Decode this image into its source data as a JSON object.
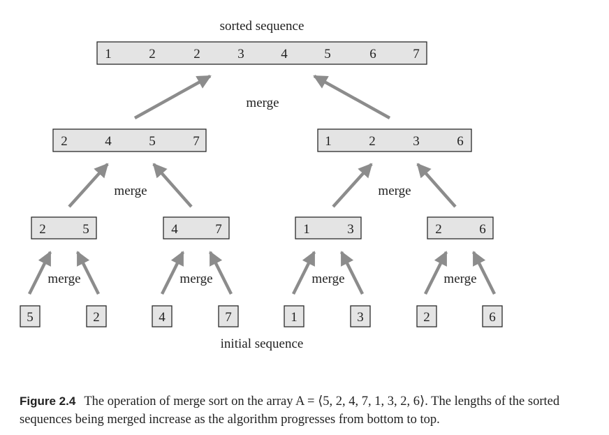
{
  "labels": {
    "top": "sorted sequence",
    "bottom": "initial sequence",
    "merge": "merge"
  },
  "levels": {
    "final": [
      "1",
      "2",
      "2",
      "3",
      "4",
      "5",
      "6",
      "7"
    ],
    "quads": [
      [
        "2",
        "4",
        "5",
        "7"
      ],
      [
        "1",
        "2",
        "3",
        "6"
      ]
    ],
    "pairs": [
      [
        "2",
        "5"
      ],
      [
        "4",
        "7"
      ],
      [
        "1",
        "3"
      ],
      [
        "2",
        "6"
      ]
    ],
    "singles": [
      "5",
      "2",
      "4",
      "7",
      "1",
      "3",
      "2",
      "6"
    ]
  },
  "caption": {
    "figure": "Figure 2.4",
    "text": "The operation of merge sort on the array A = ⟨5, 2, 4, 7, 1, 3, 2, 6⟩. The lengths of the sorted sequences being merged increase as the algorithm progresses from bottom to top."
  },
  "colors": {
    "box_fill": "#e4e4e4",
    "arrow": "#8c8c8c",
    "text": "#222222"
  }
}
